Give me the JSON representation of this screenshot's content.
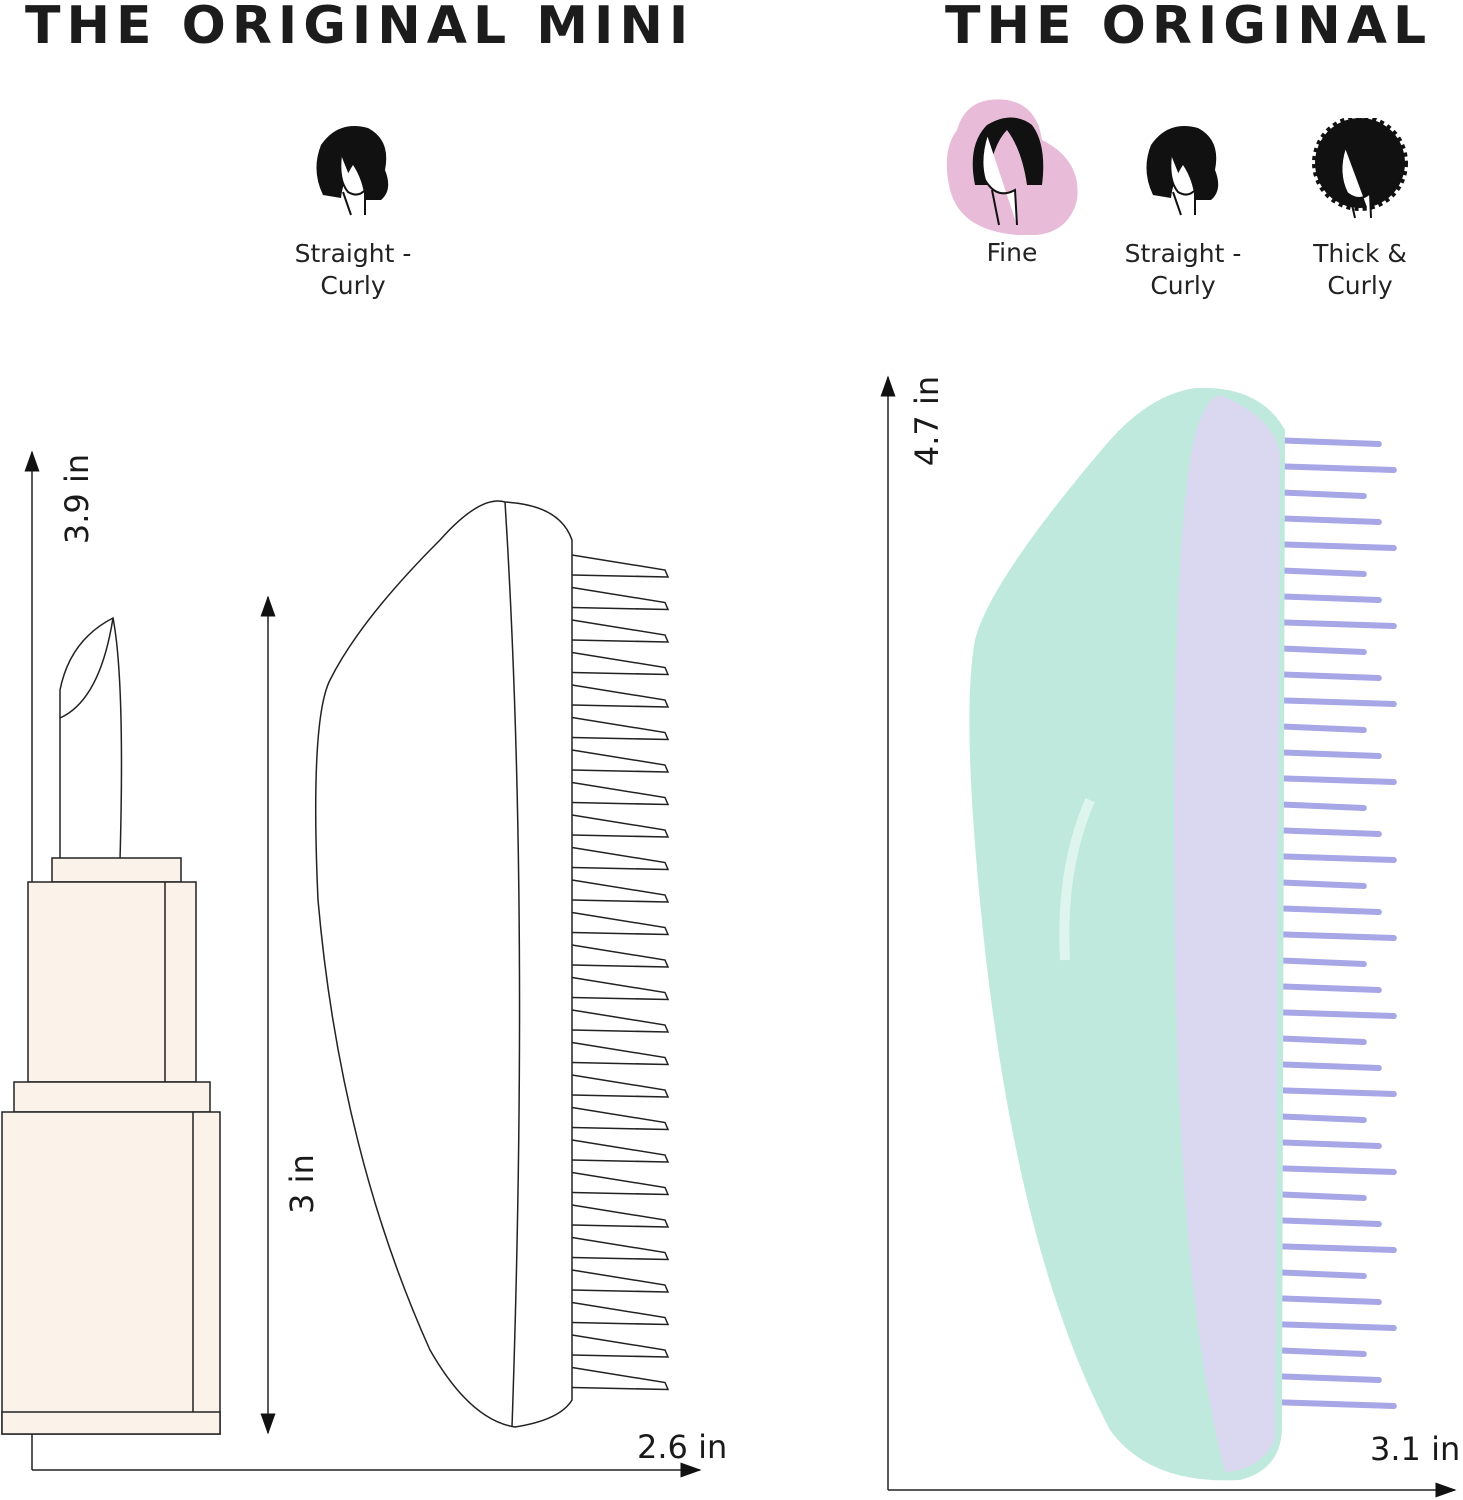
{
  "left_panel": {
    "title": "THE ORIGINAL MINI",
    "hair_types": [
      {
        "label": "Straight -\nCurly",
        "icon": "wavy-hair-icon"
      }
    ],
    "dimensions": {
      "total_height": "3.9 in",
      "brush_height": "3 in",
      "width": "2.6 in"
    }
  },
  "right_panel": {
    "title": "THE ORIGINAL",
    "hair_types": [
      {
        "label": "Fine",
        "icon": "fine-hair-icon",
        "highlighted": true
      },
      {
        "label": "Straight -\nCurly",
        "icon": "wavy-hair-icon"
      },
      {
        "label": "Thick &\nCurly",
        "icon": "curly-hair-icon"
      }
    ],
    "dimensions": {
      "height": "4.7 in",
      "width": "3.1 in"
    }
  },
  "colors": {
    "highlight": "#e8bcd8",
    "brush_body": "#bfe9dc",
    "brush_face": "#d9d8f0",
    "bristles": "#a7a6e6",
    "lipstick": "#fbf3e9"
  }
}
